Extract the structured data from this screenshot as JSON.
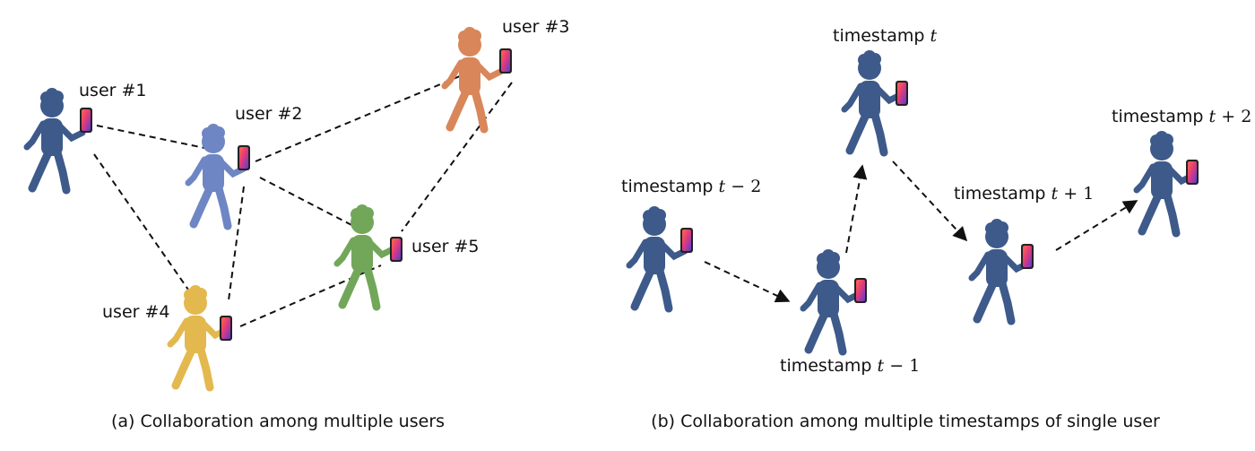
{
  "panel_a": {
    "caption": "(a) Collaboration among multiple users",
    "users": [
      {
        "label": "user #1",
        "color": "#3d5a8a"
      },
      {
        "label": "user #2",
        "color": "#6f86c4"
      },
      {
        "label": "user #3",
        "color": "#d9865a"
      },
      {
        "label": "user #4",
        "color": "#e3b84e"
      },
      {
        "label": "user #5",
        "color": "#72a75a"
      }
    ]
  },
  "panel_b": {
    "caption": "(b) Collaboration among multiple timestamps of single user",
    "word": "timestamp",
    "t_minus_2": {
      "var": "t",
      "op": "−",
      "num": "2"
    },
    "t_minus_1": {
      "var": "t",
      "op": "−",
      "num": "1"
    },
    "t": {
      "var": "t"
    },
    "t_plus_1": {
      "var": "t",
      "op": "+",
      "num": "1"
    },
    "t_plus_2": {
      "var": "t",
      "op": "+",
      "num": "2"
    },
    "person_color": "#3d5a8a"
  }
}
